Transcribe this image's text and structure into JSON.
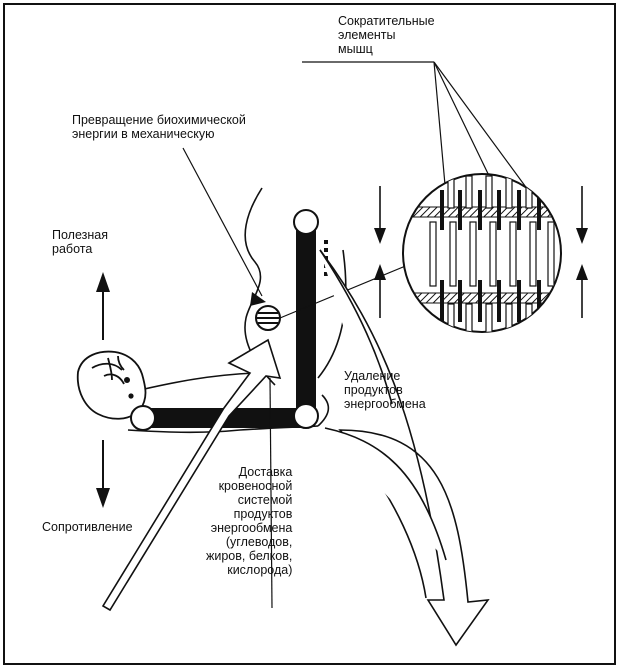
{
  "labels": {
    "contractile_line1": "Сократительные",
    "contractile_line2": "элементы",
    "contractile_line3": "мышц",
    "conversion_line1": "Превращение биохимической",
    "conversion_line2": "энергии в механическую",
    "useful_line1": "Полезная",
    "useful_line2": "работа",
    "removal_line1": "Удаление",
    "removal_line2": "продуктов",
    "removal_line3": "энергообмена",
    "resistance": "Сопротивление",
    "delivery_line1": "Доставка",
    "delivery_line2": "кровеносной",
    "delivery_line3": "системой",
    "delivery_line4": "продуктов",
    "delivery_line5": "энергообмена",
    "delivery_line6": "(углеводов,",
    "delivery_line7": "жиров, белков,",
    "delivery_line8": "кислорода)"
  },
  "colors": {
    "ink": "#111111",
    "paper": "#ffffff"
  }
}
